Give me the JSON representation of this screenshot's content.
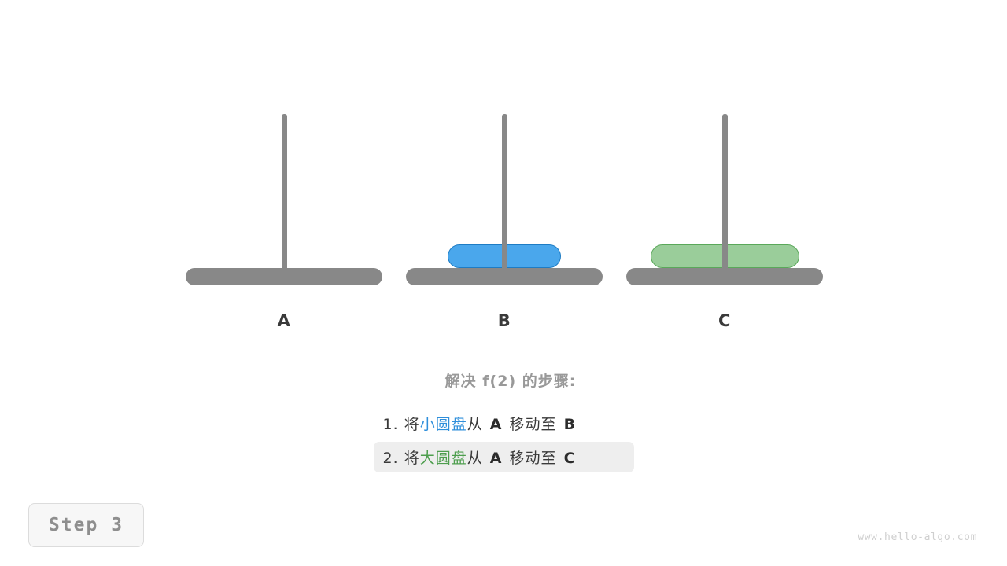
{
  "colors": {
    "peg": "#888888",
    "disc_small_fill": "#3B9FEA",
    "disc_small_border": "#1E7CC4",
    "disc_large_fill": "#8CC68C",
    "disc_large_border": "#5AA85A",
    "text_dark": "#3A3A3A",
    "text_muted": "#999999",
    "highlight_bg": "#EEEEEE",
    "badge_bg": "#F7F7F7",
    "watermark": "#CFCFCF"
  },
  "tower": {
    "pillars": [
      {
        "label": "A",
        "discs": []
      },
      {
        "label": "B",
        "discs": [
          {
            "name": "small",
            "width": 144,
            "color": "#3B9FEA"
          }
        ]
      },
      {
        "label": "C",
        "discs": [
          {
            "name": "large",
            "width": 189,
            "color": "#8CC68C"
          }
        ]
      }
    ]
  },
  "explanation": {
    "title": "解决 f(2) 的步骤:",
    "steps": [
      {
        "number": "1.",
        "lead": "将",
        "disc": "小圆盘",
        "disc_kind": "small",
        "middle": "从",
        "from": "A",
        "action": "移动至",
        "to": "B",
        "highlighted": false
      },
      {
        "number": "2.",
        "lead": "将",
        "disc": "大圆盘",
        "disc_kind": "large",
        "middle": "从",
        "from": "A",
        "action": "移动至",
        "to": "C",
        "highlighted": true
      }
    ]
  },
  "badge": {
    "label": "Step 3"
  },
  "watermark": {
    "text": "www.hello-algo.com"
  }
}
